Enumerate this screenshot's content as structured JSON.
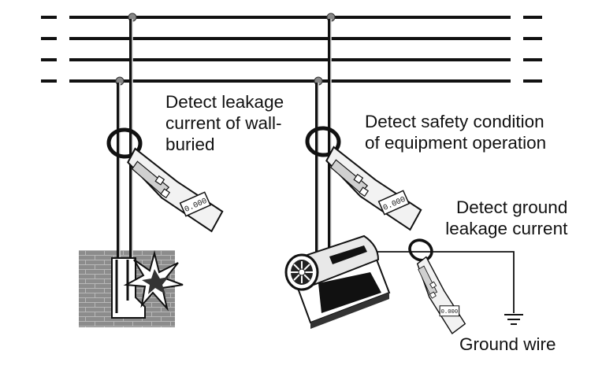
{
  "labels": {
    "wall_buried": [
      "Detect leakage",
      "current of wall-",
      "buried"
    ],
    "equipment": [
      "Detect safety condition",
      "of equipment operation"
    ],
    "ground_leakage": [
      "Detect ground",
      "leakage current"
    ],
    "ground_wire": "Ground wire"
  },
  "meter_display": "0.000",
  "colors": {
    "line": "#111111",
    "wall": "#8a8a8a",
    "meter_body": "#f2f2f2",
    "meter_shade": "#cfcfcf"
  }
}
